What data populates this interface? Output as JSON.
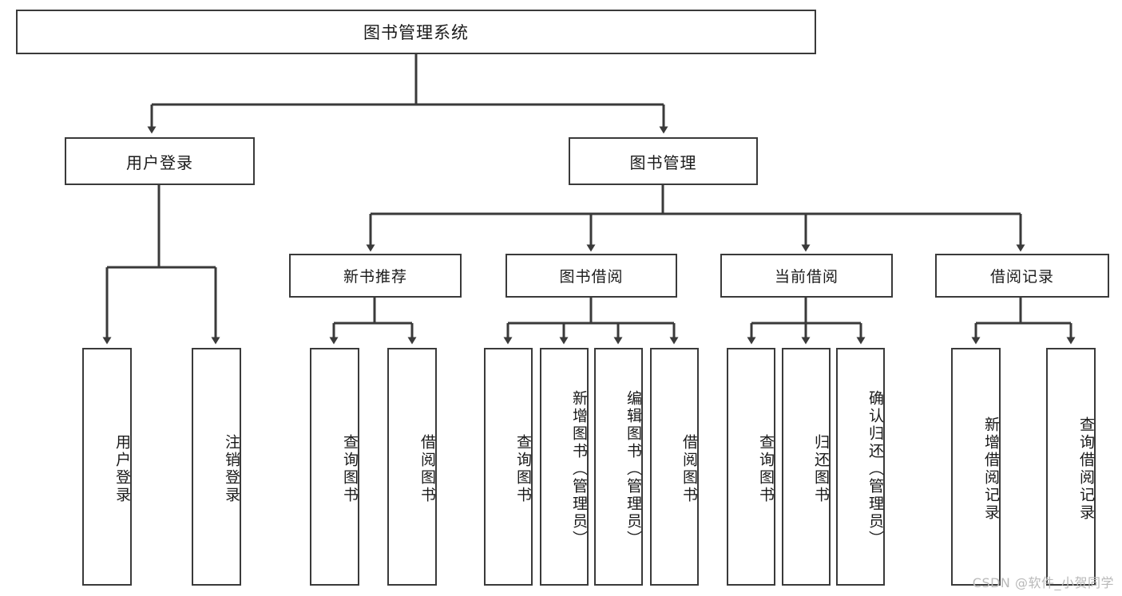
{
  "diagram": {
    "type": "hierarchy-tree",
    "title": "图书管理系统",
    "root": {
      "id": "root",
      "label": "图书管理系统"
    },
    "tier1": [
      {
        "id": "t1-user-login",
        "label": "用户登录"
      },
      {
        "id": "t1-book-manage",
        "label": "图书管理"
      }
    ],
    "tier2": [
      {
        "id": "t2-new-book",
        "label": "新书推荐",
        "parent": "t1-book-manage"
      },
      {
        "id": "t2-borrow",
        "label": "图书借阅",
        "parent": "t1-book-manage"
      },
      {
        "id": "t2-current",
        "label": "当前借阅",
        "parent": "t1-book-manage"
      },
      {
        "id": "t2-record",
        "label": "借阅记录",
        "parent": "t1-book-manage"
      }
    ],
    "leaves": [
      {
        "id": "leaf-user-login",
        "label": "用户登录",
        "parent": "t1-user-login"
      },
      {
        "id": "leaf-user-logout",
        "label": "注销登录",
        "parent": "t1-user-login"
      },
      {
        "id": "leaf-nb-query",
        "label": "查询图书",
        "parent": "t2-new-book"
      },
      {
        "id": "leaf-nb-borrow",
        "label": "借阅图书",
        "parent": "t2-new-book"
      },
      {
        "id": "leaf-bw-query",
        "label": "查询图书",
        "parent": "t2-borrow"
      },
      {
        "id": "leaf-bw-add",
        "label": "新增图书（管理员）",
        "parent": "t2-borrow"
      },
      {
        "id": "leaf-bw-edit",
        "label": "编辑图书（管理员）",
        "parent": "t2-borrow"
      },
      {
        "id": "leaf-bw-borrow",
        "label": "借阅图书",
        "parent": "t2-borrow"
      },
      {
        "id": "leaf-cb-query",
        "label": "查询图书",
        "parent": "t2-current"
      },
      {
        "id": "leaf-cb-return",
        "label": "归还图书",
        "parent": "t2-current"
      },
      {
        "id": "leaf-cb-confirm",
        "label": "确认归还（管理员）",
        "parent": "t2-current"
      },
      {
        "id": "leaf-rc-add",
        "label": "新增借阅记录",
        "parent": "t2-record"
      },
      {
        "id": "leaf-rc-query",
        "label": "查询借阅记录",
        "parent": "t2-record"
      }
    ],
    "colors": {
      "border": "#3a3a3a",
      "background": "#ffffff",
      "text": "#1a1a1a",
      "watermark": "#b9b9b9"
    }
  },
  "watermark": {
    "text": "CSDN @软件_小贺同学"
  }
}
